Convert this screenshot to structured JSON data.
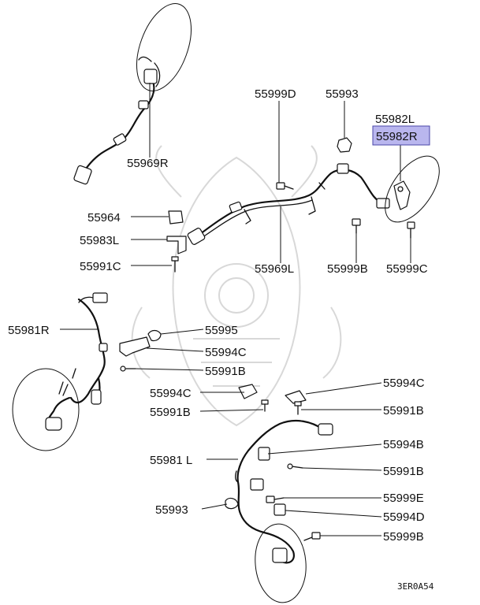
{
  "diagram": {
    "code": "3ER0A54",
    "highlight_color": "#b9b6ee",
    "watermark": "faint samurai-helmet logo behind the parts",
    "parts": [
      {
        "id": "55969R",
        "label": "55969R"
      },
      {
        "id": "55999D",
        "label": "55999D"
      },
      {
        "id": "55993_top",
        "label": "55993"
      },
      {
        "id": "55982L",
        "label": "55982L"
      },
      {
        "id": "55982R",
        "label": "55982R",
        "highlighted": true
      },
      {
        "id": "55964",
        "label": "55964"
      },
      {
        "id": "55983L",
        "label": "55983L"
      },
      {
        "id": "55991C",
        "label": "55991C"
      },
      {
        "id": "55969L",
        "label": "55969L"
      },
      {
        "id": "55999B_top",
        "label": "55999B"
      },
      {
        "id": "55999C",
        "label": "55999C"
      },
      {
        "id": "55981R",
        "label": "55981R"
      },
      {
        "id": "55995",
        "label": "55995"
      },
      {
        "id": "55994C_a",
        "label": "55994C"
      },
      {
        "id": "55991B_a",
        "label": "55991B"
      },
      {
        "id": "55994C_b",
        "label": "55994C"
      },
      {
        "id": "55994C_c",
        "label": "55994C"
      },
      {
        "id": "55991B_b",
        "label": "55991B"
      },
      {
        "id": "55991B_c",
        "label": "55991B"
      },
      {
        "id": "55994B",
        "label": "55994B"
      },
      {
        "id": "55981L",
        "label": "55981 L"
      },
      {
        "id": "55991B_d",
        "label": "55991B"
      },
      {
        "id": "55993_bottom",
        "label": "55993"
      },
      {
        "id": "55999E",
        "label": "55999E"
      },
      {
        "id": "55994D",
        "label": "55994D"
      },
      {
        "id": "55999B_bottom",
        "label": "55999B"
      }
    ]
  }
}
